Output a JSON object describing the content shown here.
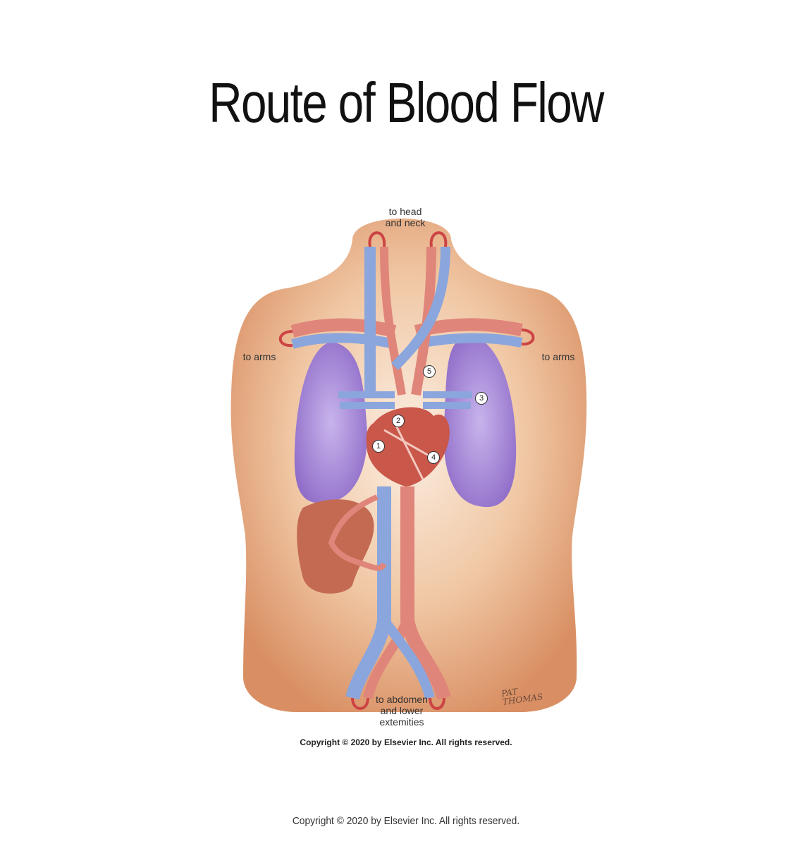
{
  "title": "Route of Blood Flow",
  "labels": {
    "head_neck": "to head\nand neck",
    "arms_left": "to arms",
    "arms_right": "to arms",
    "abdomen": "to abdomen\nand lower\nextemities"
  },
  "steps": [
    "1",
    "2",
    "3",
    "4",
    "5"
  ],
  "figure_copyright": "Copyright © 2020 by Elsevier Inc. All rights reserved.",
  "footer_copyright": "Copyright © 2020 by Elsevier Inc. All rights reserved.",
  "signature": "PAT THOMAS",
  "colors": {
    "skin": "#e8b58f",
    "lung": "#a98ad6",
    "vein": "#8aa6dc",
    "artery": "#e0857a",
    "liver": "#c46a52",
    "heart": "#c9574a"
  }
}
